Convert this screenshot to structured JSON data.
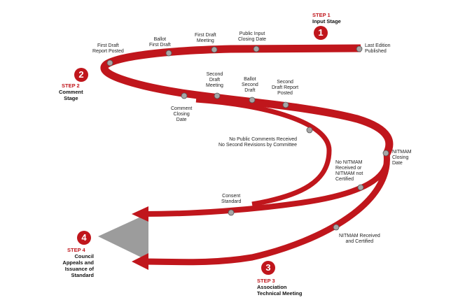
{
  "colors": {
    "ribbon": "#c0161c",
    "ribbon_dark": "#8a0e12",
    "node": "#a6a6a6",
    "arrow_head": "#9c9c9c",
    "badge": "#c0161c"
  },
  "steps": [
    {
      "number": "1",
      "tag": "STEP 1",
      "title": "Input Stage"
    },
    {
      "number": "2",
      "tag": "STEP 2",
      "title": "Comment\nStage"
    },
    {
      "number": "3",
      "tag": "STEP 3",
      "title": "Association\nTechnical Meeting"
    },
    {
      "number": "4",
      "tag": "STEP 4",
      "title": "Council\nAppeals and\nIssuance of\nStandard"
    }
  ],
  "milestones": {
    "last_edition": "Last Edition\nPublished",
    "public_input_closing": "Public Input\nClosing Date",
    "first_draft_meeting": "First Draft\nMeeting",
    "ballot_first_draft": "Ballot\nFirst Draft",
    "first_draft_report": "First Draft\nReport Posted",
    "comment_closing": "Comment\nClosing\nDate",
    "second_draft_meeting": "Second\nDraft\nMeeting",
    "ballot_second_draft": "Ballot\nSecond\nDraft",
    "second_draft_report": "Second\nDraft Report\nPosted",
    "no_public_comments": "No Public Comments Received\nNo Second Revisions by Committee",
    "nitmam_closing": "NITMAM\nClosing\nDate",
    "no_nitmam": "No NITMAM\nReceived or\nNITMAM not\nCertified",
    "consent_standard": "Consent\nStandard",
    "nitmam_received": "NITMAM Received\nand Certified"
  }
}
